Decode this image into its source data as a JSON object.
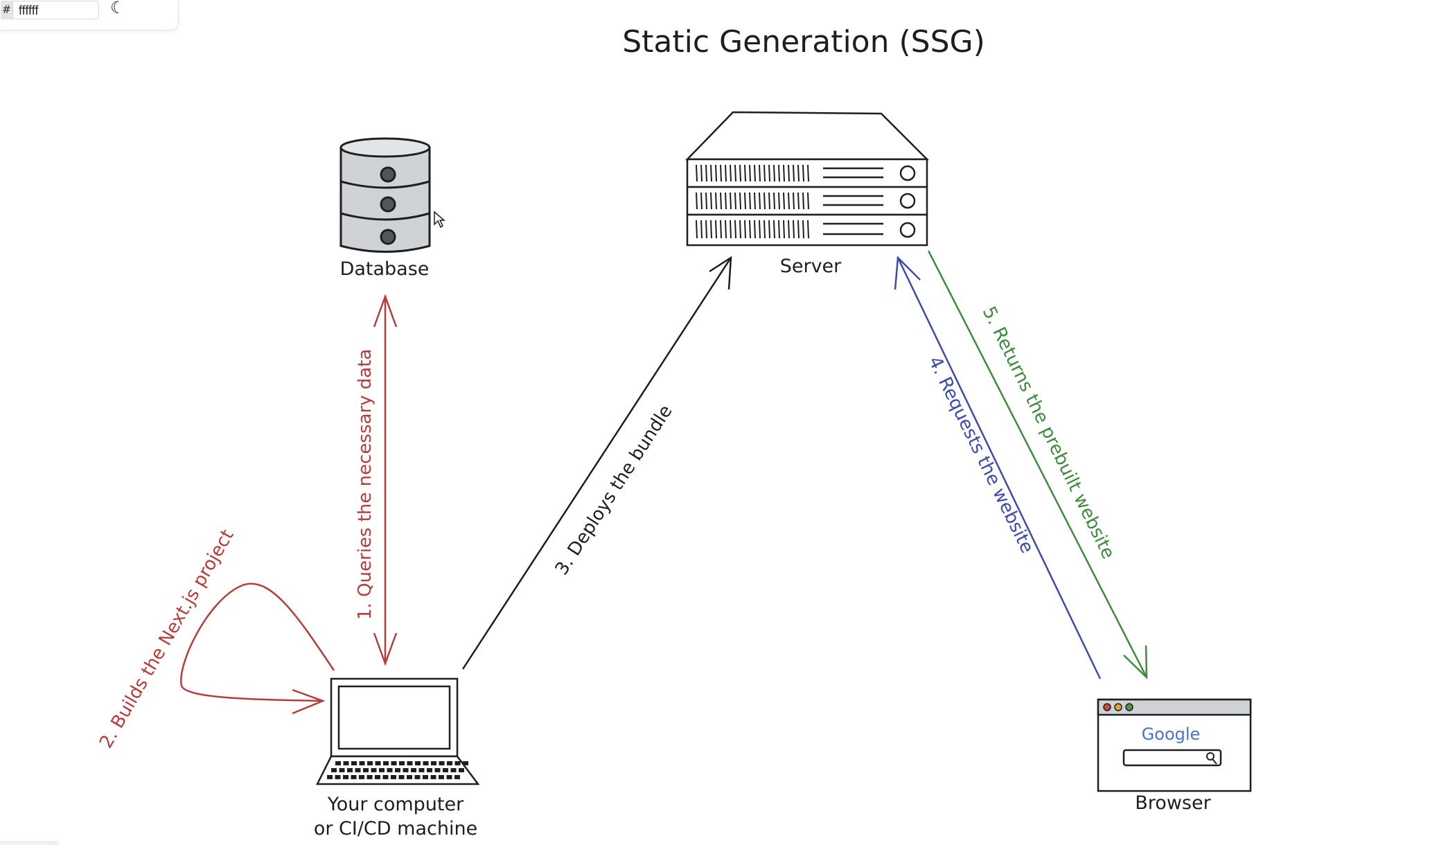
{
  "title": "Static Generation (SSG)",
  "toolbar": {
    "hash": "#",
    "color_value": "ffffff",
    "theme_icon": "moon-icon"
  },
  "nodes": {
    "database": "Database",
    "server": "Server",
    "computer_line1": "Your computer",
    "computer_line2": "or CI/CD machine",
    "browser": "Browser"
  },
  "browser_logo": "Google",
  "edges": {
    "step1": "1. Queries the necessary data",
    "step2": "2. Builds the Next.js project",
    "step3": "3. Deploys the bundle",
    "step4": "4. Requests the website",
    "step5": "5. Returns the prebuilt website"
  },
  "colors": {
    "ink": "#1e1e1e",
    "red": "#b83b3b",
    "blue": "#3c4aa8",
    "green": "#3f8a3f",
    "grey_fill": "#cfd3d6"
  }
}
